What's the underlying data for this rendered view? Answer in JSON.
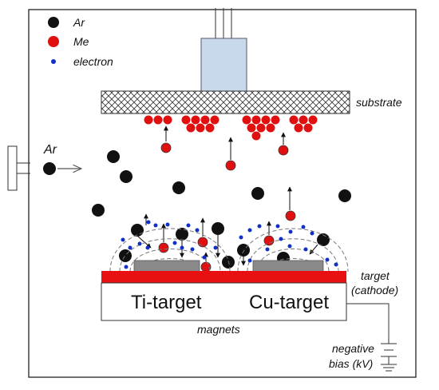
{
  "legend": [
    {
      "label": "Ar",
      "icon": "argon-atom-icon",
      "color": "#111111"
    },
    {
      "label": "Me",
      "icon": "metal-atom-icon",
      "color": "#e01010"
    },
    {
      "label": "electron",
      "icon": "electron-icon",
      "color": "#1030c8"
    }
  ],
  "labels": {
    "substrate": "substrate",
    "gas_inlet": "Ar",
    "target_line1": "target",
    "target_line2": "(cathode)",
    "ti_target": "Ti-target",
    "cu_target": "Cu-target",
    "magnets": "magnets",
    "bias_line1": "negative",
    "bias_line2": "bias (kV)"
  },
  "colors": {
    "chamber": "#222222",
    "substrate_holder": "#c9d9ec",
    "target_plate": "#e81010",
    "target_block": "#8a8a8a",
    "argon": "#111111",
    "metal": "#e01010",
    "electron": "#1030c8",
    "field_lines": "#777777"
  }
}
